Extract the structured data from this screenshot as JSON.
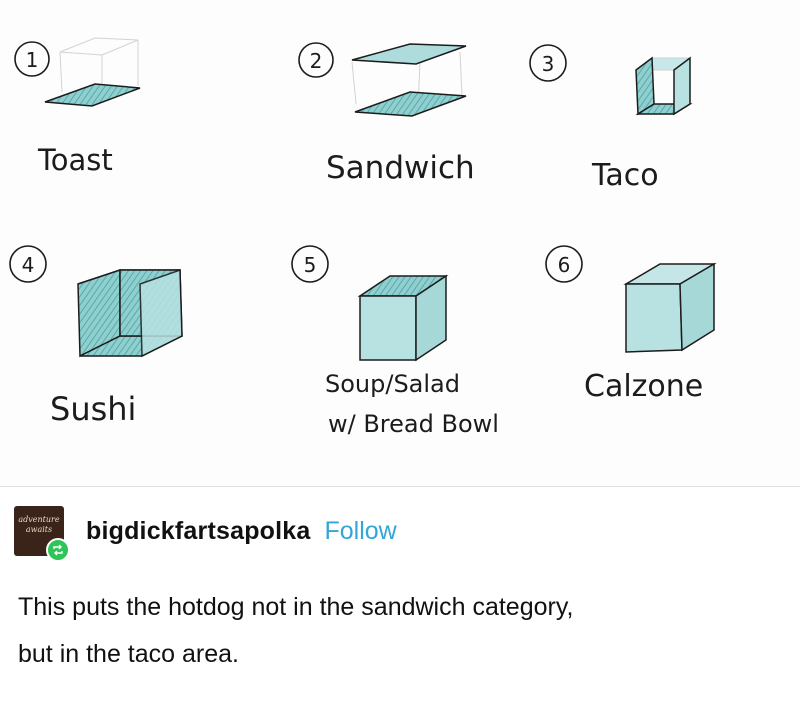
{
  "diagram": {
    "items": [
      {
        "number": "1",
        "label": "Toast"
      },
      {
        "number": "2",
        "label": "Sandwich"
      },
      {
        "number": "3",
        "label": "Taco"
      },
      {
        "number": "4",
        "label": "Sushi"
      },
      {
        "number": "5",
        "label_line1": "Soup/Salad",
        "label_line2": "w/ Bread Bowl"
      },
      {
        "number": "6",
        "label": "Calzone"
      }
    ]
  },
  "post": {
    "avatar_text": "adventure awaits",
    "username": "bigdickfartsapolka",
    "follow_label": "Follow",
    "body_line1": "This puts the hotdog not in the sandwich category,",
    "body_line2": "but in the taco area."
  },
  "colors": {
    "fill": "#9fd6d6",
    "fill_dark": "#5fb5b5",
    "ink": "#1c1c1c",
    "follow": "#32a6d6",
    "reblog_badge": "#2ec45a"
  },
  "icons": {
    "reblog": "reblog-icon"
  }
}
